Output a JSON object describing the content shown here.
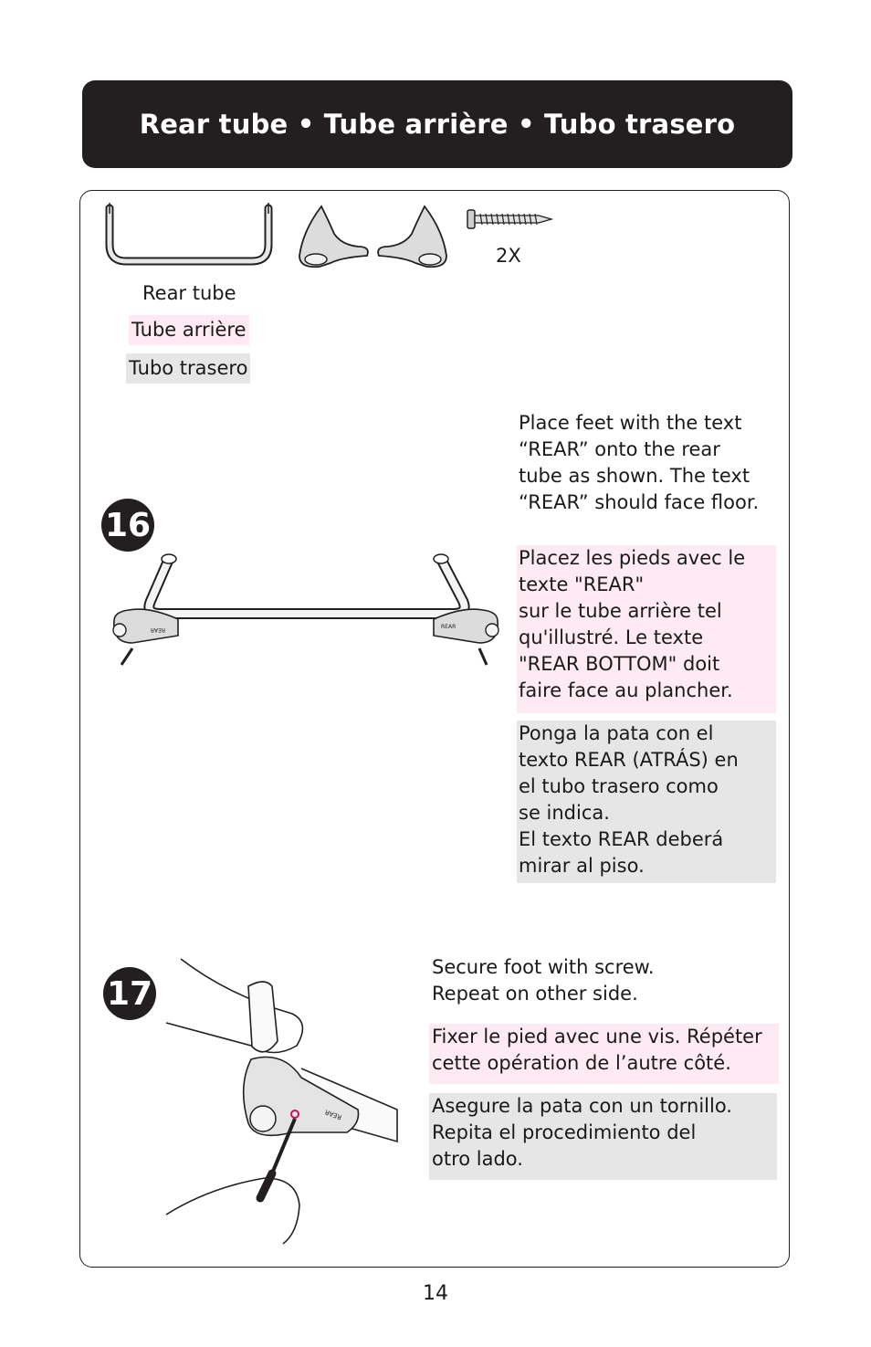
{
  "header": {
    "title": "Rear tube  •  Tube arrière  •  Tubo trasero"
  },
  "parts": {
    "rear_tube_en": "Rear tube",
    "rear_tube_fr": "Tube arrière",
    "rear_tube_es": "Tubo trasero",
    "screw_qty": "2X"
  },
  "step16": {
    "number": "16",
    "en": "Place feet with the text\n“REAR” onto the rear\ntube as shown. The text\n“REAR” should face floor.",
    "fr": "Placez les pieds avec le\ntexte \"REAR\"\nsur le tube arrière tel\nqu'illustré. Le texte\n\"REAR BOTTOM\" doit\nfaire face au plancher.",
    "es": "Ponga la pata con el\ntexto REAR (ATRÁS) en\nel tubo trasero como\nse indica.\nEl texto REAR deberá\nmirar al piso.",
    "foot_label": "REAR"
  },
  "step17": {
    "number": "17",
    "en": "Secure foot with screw.\nRepeat on other side.",
    "fr": "Fixer le pied avec une vis. Répéter\ncette opération de l’autre côté.",
    "es": "Asegure la pata con un tornillo.\nRepita el procedimiento del\notro lado.",
    "foot_label": "REAR"
  },
  "footer": {
    "page_number": "14"
  },
  "colors": {
    "header_bg": "#231f20",
    "fr_highlight": "#fdeaf2",
    "es_highlight": "#e6e6e6"
  }
}
